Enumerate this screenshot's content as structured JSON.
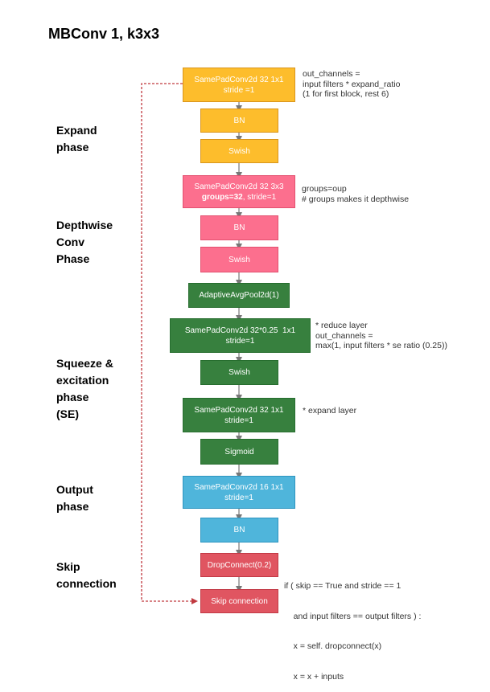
{
  "title": "MBConv 1, k3x3",
  "phases": {
    "expand": [
      "Expand",
      "phase"
    ],
    "depthwise": [
      "Depthwise",
      "Conv",
      "Phase"
    ],
    "se": [
      "Squeeze &",
      "excitation",
      "phase",
      "(SE)"
    ],
    "output": [
      "Output",
      "phase"
    ],
    "skip": [
      "Skip",
      "connection"
    ]
  },
  "blocks": {
    "expand_conv": {
      "line1": "SamePadConv2d 32 1x1",
      "line2": "stride =1"
    },
    "expand_bn": "BN",
    "expand_swish": "Swish",
    "dw_conv": {
      "line1": "SamePadConv2d 32 3x3",
      "line2_bold": "groups=32",
      "line2_rest": ", stride=1"
    },
    "dw_bn": "BN",
    "dw_swish": "Swish",
    "se_pool": "AdaptiveAvgPool2d(1)",
    "se_reduce": {
      "line1": "SamePadConv2d 32*0.25  1x1",
      "line2": "stride=1"
    },
    "se_swish": "Swish",
    "se_expand": {
      "line1": "SamePadConv2d 32 1x1",
      "line2": "stride=1"
    },
    "se_sigmoid": "Sigmoid",
    "out_conv": {
      "line1": "SamePadConv2d 16 1x1",
      "line2": "stride=1"
    },
    "out_bn": "BN",
    "dropconnect": "DropConnect(0.2)",
    "skip": "Skip connection"
  },
  "notes": {
    "expand": [
      "out_channels =",
      "input filters * expand_ratio",
      "(1 for first block, rest 6)"
    ],
    "depthwise": [
      "groups=oup",
      "# groups makes it depthwise"
    ],
    "se_reduce": [
      "* reduce layer",
      "out_channels =",
      "max(1, input filters * se ratio (0.25))"
    ],
    "se_expand": [
      "* expand layer"
    ],
    "skip": [
      "if ( skip == True and stride == 1",
      "    and input filters == output filters ) :",
      "    x = self. dropconnect(x)",
      "    x = x + inputs"
    ]
  },
  "colors": {
    "expand": "#fdbd2c",
    "depthwise": "#fc6f8e",
    "se": "#37803e",
    "output": "#4fb5db",
    "skip": "#e05561",
    "skip_line": "#c0393f"
  }
}
